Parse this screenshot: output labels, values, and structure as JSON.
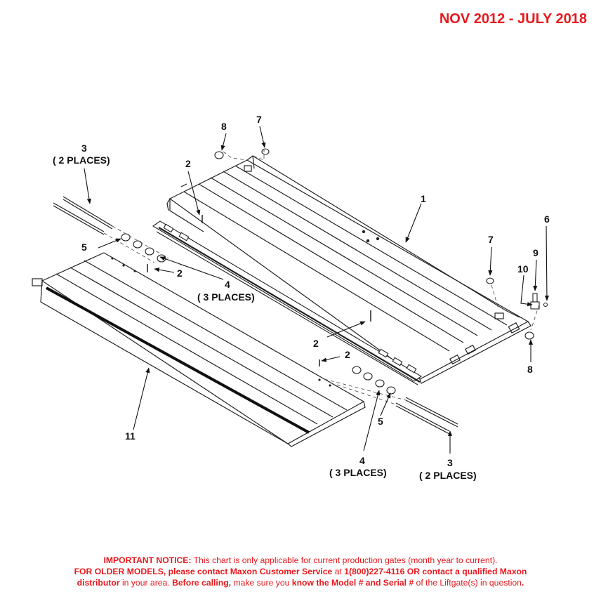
{
  "header": {
    "date_range": "NOV 2012 - JULY 2018"
  },
  "callouts": {
    "c1": "1",
    "c2a": "2",
    "c2b": "2",
    "c2c": "2",
    "c2d": "2",
    "c3a": "3",
    "c3a_places": "( 2 PLACES)",
    "c3b": "3",
    "c3b_places": "( 2 PLACES)",
    "c4a": "4",
    "c4a_places": "( 3 PLACES)",
    "c4b": "4",
    "c4b_places": "( 3 PLACES)",
    "c5a": "5",
    "c5b": "5",
    "c6": "6",
    "c7a": "7",
    "c7b": "7",
    "c8a": "8",
    "c8b": "8",
    "c9": "9",
    "c10": "10",
    "c11": "11"
  },
  "notice": {
    "l1_bold": "IMPORTANT NOTICE:",
    "l1_text": " This chart is only applicable for current production gates (month year to current).",
    "l2_bold1": "FOR OLDER MODELS, please contact Maxon Customer Service",
    "l2_text1": " at ",
    "l2_bold2": "1(800)227-4116 OR contact a qualified Maxon",
    "l3_bold1": "distributor",
    "l3_text1": " in your area. ",
    "l3_bold2": "Before calling,",
    "l3_text2": " make sure you ",
    "l3_bold3": "know the Model # and Serial #",
    "l3_text3": " of the Liftgate(s) in question",
    "l3_bold4": "."
  },
  "colors": {
    "notice_red": "#e8181d",
    "line": "#222222"
  }
}
